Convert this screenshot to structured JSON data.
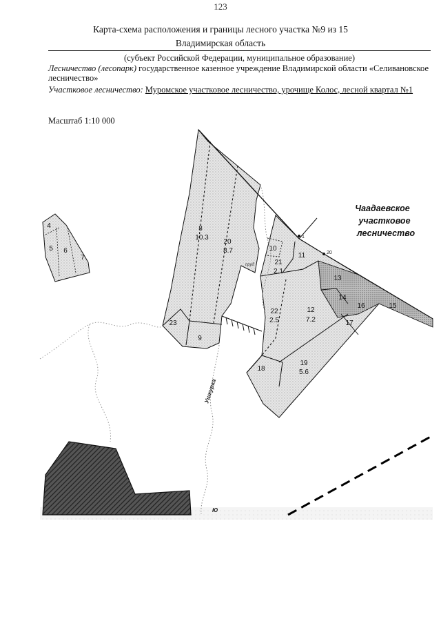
{
  "page": {
    "number": "123"
  },
  "header": {
    "title": "Карта-схема расположения и границы лесного участка №9 из 15",
    "region": "Владимирская область",
    "subject": "(субъект Российской Федерации, муниципальное образование)"
  },
  "forestry": {
    "label": "Лесничество (лесопарк)",
    "value": "государственное казенное учреждение Владимирской области «Селивановское лесничество»"
  },
  "district": {
    "label": "Участковое лесничество:",
    "value": "Муромское участковое лесничество, урочище Колос, лесной квартал №1"
  },
  "scale": {
    "text": "Масштаб 1:10 000"
  },
  "map": {
    "neighbor_label": [
      "Чаадаевское",
      "участковое",
      "лесничество"
    ],
    "river_label": "Ушкурка",
    "pond_label": "пруд",
    "lower_river_label": "Ю",
    "points": [
      "1",
      "20"
    ],
    "plots": [
      {
        "num": "4"
      },
      {
        "num": "5"
      },
      {
        "num": "6"
      },
      {
        "num": "7"
      },
      {
        "num": "8",
        "area": "10.3"
      },
      {
        "num": "20",
        "area": "8.7"
      },
      {
        "num": "23"
      },
      {
        "num": "9"
      },
      {
        "num": "10"
      },
      {
        "num": "21",
        "area": "2.1"
      },
      {
        "num": "11"
      },
      {
        "num": "13"
      },
      {
        "num": "14"
      },
      {
        "num": "16"
      },
      {
        "num": "15"
      },
      {
        "num": "17"
      },
      {
        "num": "12",
        "area": "7.2"
      },
      {
        "num": "22",
        "area": "2.5"
      },
      {
        "num": "18"
      },
      {
        "num": "19",
        "area": "5.6"
      }
    ],
    "colors": {
      "parcel_fill": "#e2e2e2",
      "dense_fill": "#b9b9b9",
      "hatched_fill": "#3a3a3a",
      "line": "#111111"
    }
  }
}
